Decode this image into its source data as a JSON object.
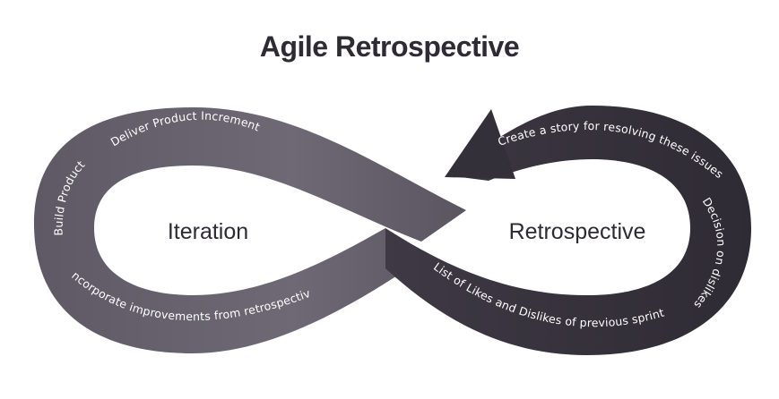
{
  "title": "Agile Retrospective",
  "loops": {
    "left_label": "Iteration",
    "right_label": "Retrospective"
  },
  "steps": {
    "deliver_product_increment": "Deliver Product Increment",
    "build_product": "Build Product",
    "incorporate_improvements": "Incorporate improvements from retrospective",
    "create_story": "Create a story for resolving these issues",
    "decision_on_dislikes": "Decision on dislikes",
    "list_likes_dislikes": "List of Likes and Dislikes of previous sprint"
  },
  "colors": {
    "left_loop": "#6a6570",
    "right_loop": "#34303a",
    "title": "#2f2b34",
    "band_text": "#ffffff"
  }
}
